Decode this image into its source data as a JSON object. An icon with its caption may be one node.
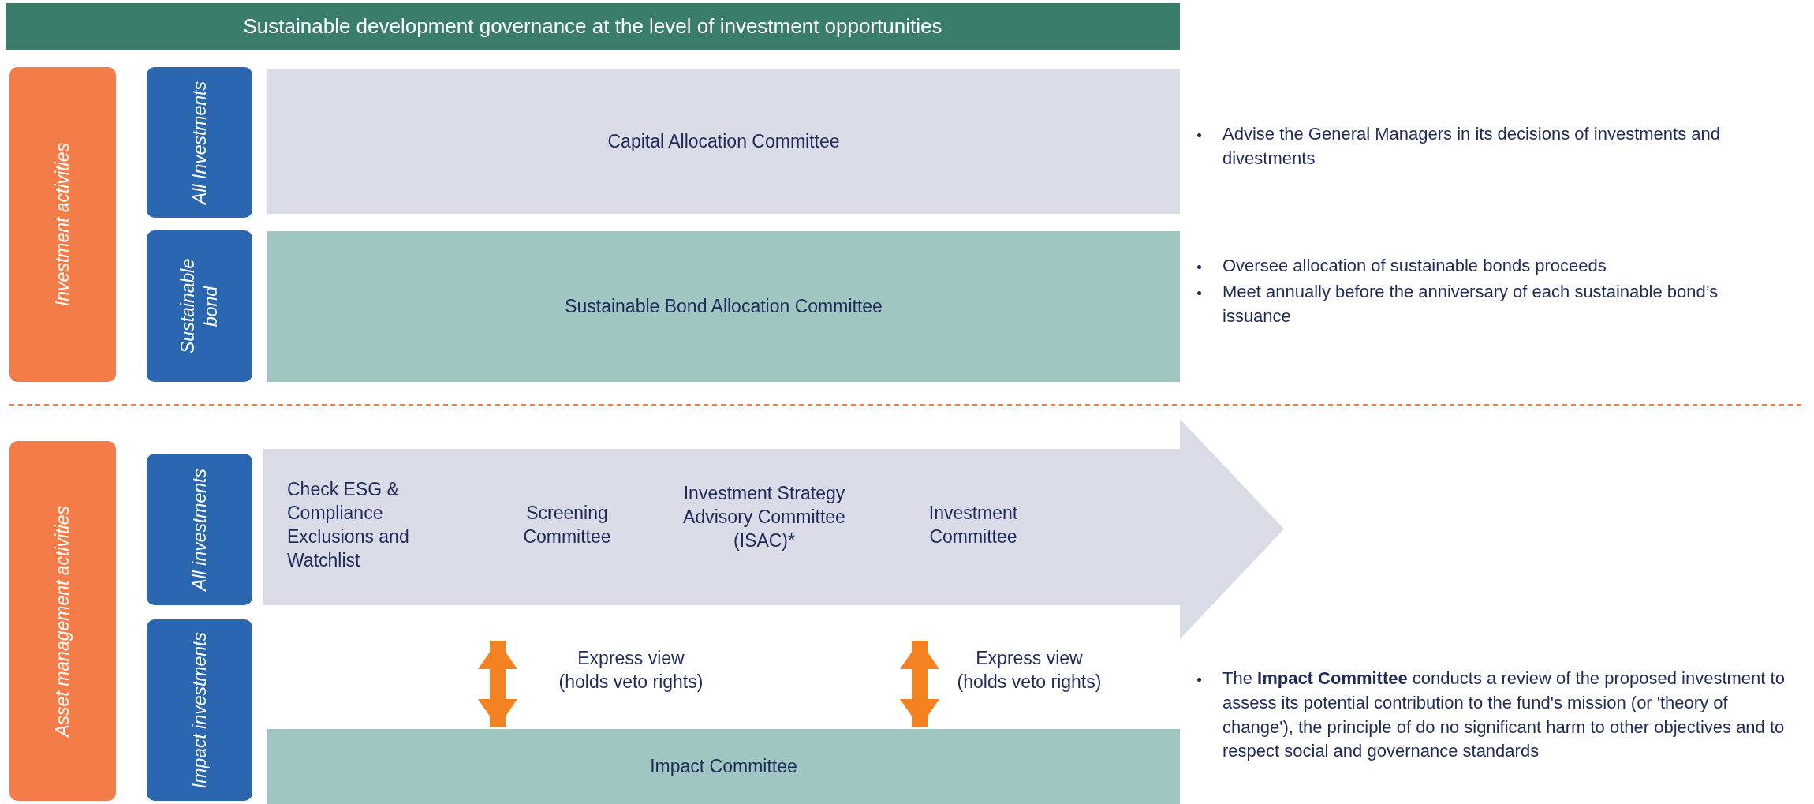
{
  "diagram": {
    "title": "Sustainable development governance at the level of investment opportunities",
    "nodes": [
      {
        "text": [
          "Investment activities"
        ]
      },
      {
        "text": [
          "All Investments"
        ]
      },
      {
        "text": [
          "Capital Allocation Committee"
        ]
      },
      {
        "text": [
          "Sustainable bond"
        ]
      },
      {
        "text": [
          "Sustainable Bond Allocation Committee"
        ]
      },
      {
        "text": [
          "Asset management activities"
        ]
      },
      {
        "text": [
          "All investments"
        ]
      },
      {
        "text": [],
        "shape": "arrow"
      },
      {
        "text": [
          "Check ESG & Compliance Exclusions and Watchlist"
        ],
        "in": 7
      },
      {
        "text": [
          "Screening Committee"
        ],
        "in": 7
      },
      {
        "text": [
          "Investment Strategy Advisory Committee (ISAC)*"
        ],
        "in": 7
      },
      {
        "text": [
          "Investment Committee"
        ],
        "in": 7
      },
      {
        "text": [
          "Impact investments"
        ]
      },
      {
        "text": [
          "Impact Committee"
        ]
      }
    ],
    "edges": [
      {
        "from": 7,
        "to": 13,
        "arrow": "both",
        "label": "Express view (holds veto rights)"
      },
      {
        "from": 7,
        "to": 13,
        "arrow": "both",
        "label": "Express view (holds veto rights)"
      }
    ],
    "labels": [
      "Advise the General Managers in its decisions of investments and divestments",
      "Oversee allocation of sustainable bonds proceeds",
      "Meet annually before the anniversary of each sustainable bond’s issuance",
      "The **Impact Committee** conducts a review of the proposed investment to assess its potential contribution to the fund's mission (or 'theory of change'), the principle of do no significant harm to other objectives and to respect social and governance standards"
    ]
  }
}
